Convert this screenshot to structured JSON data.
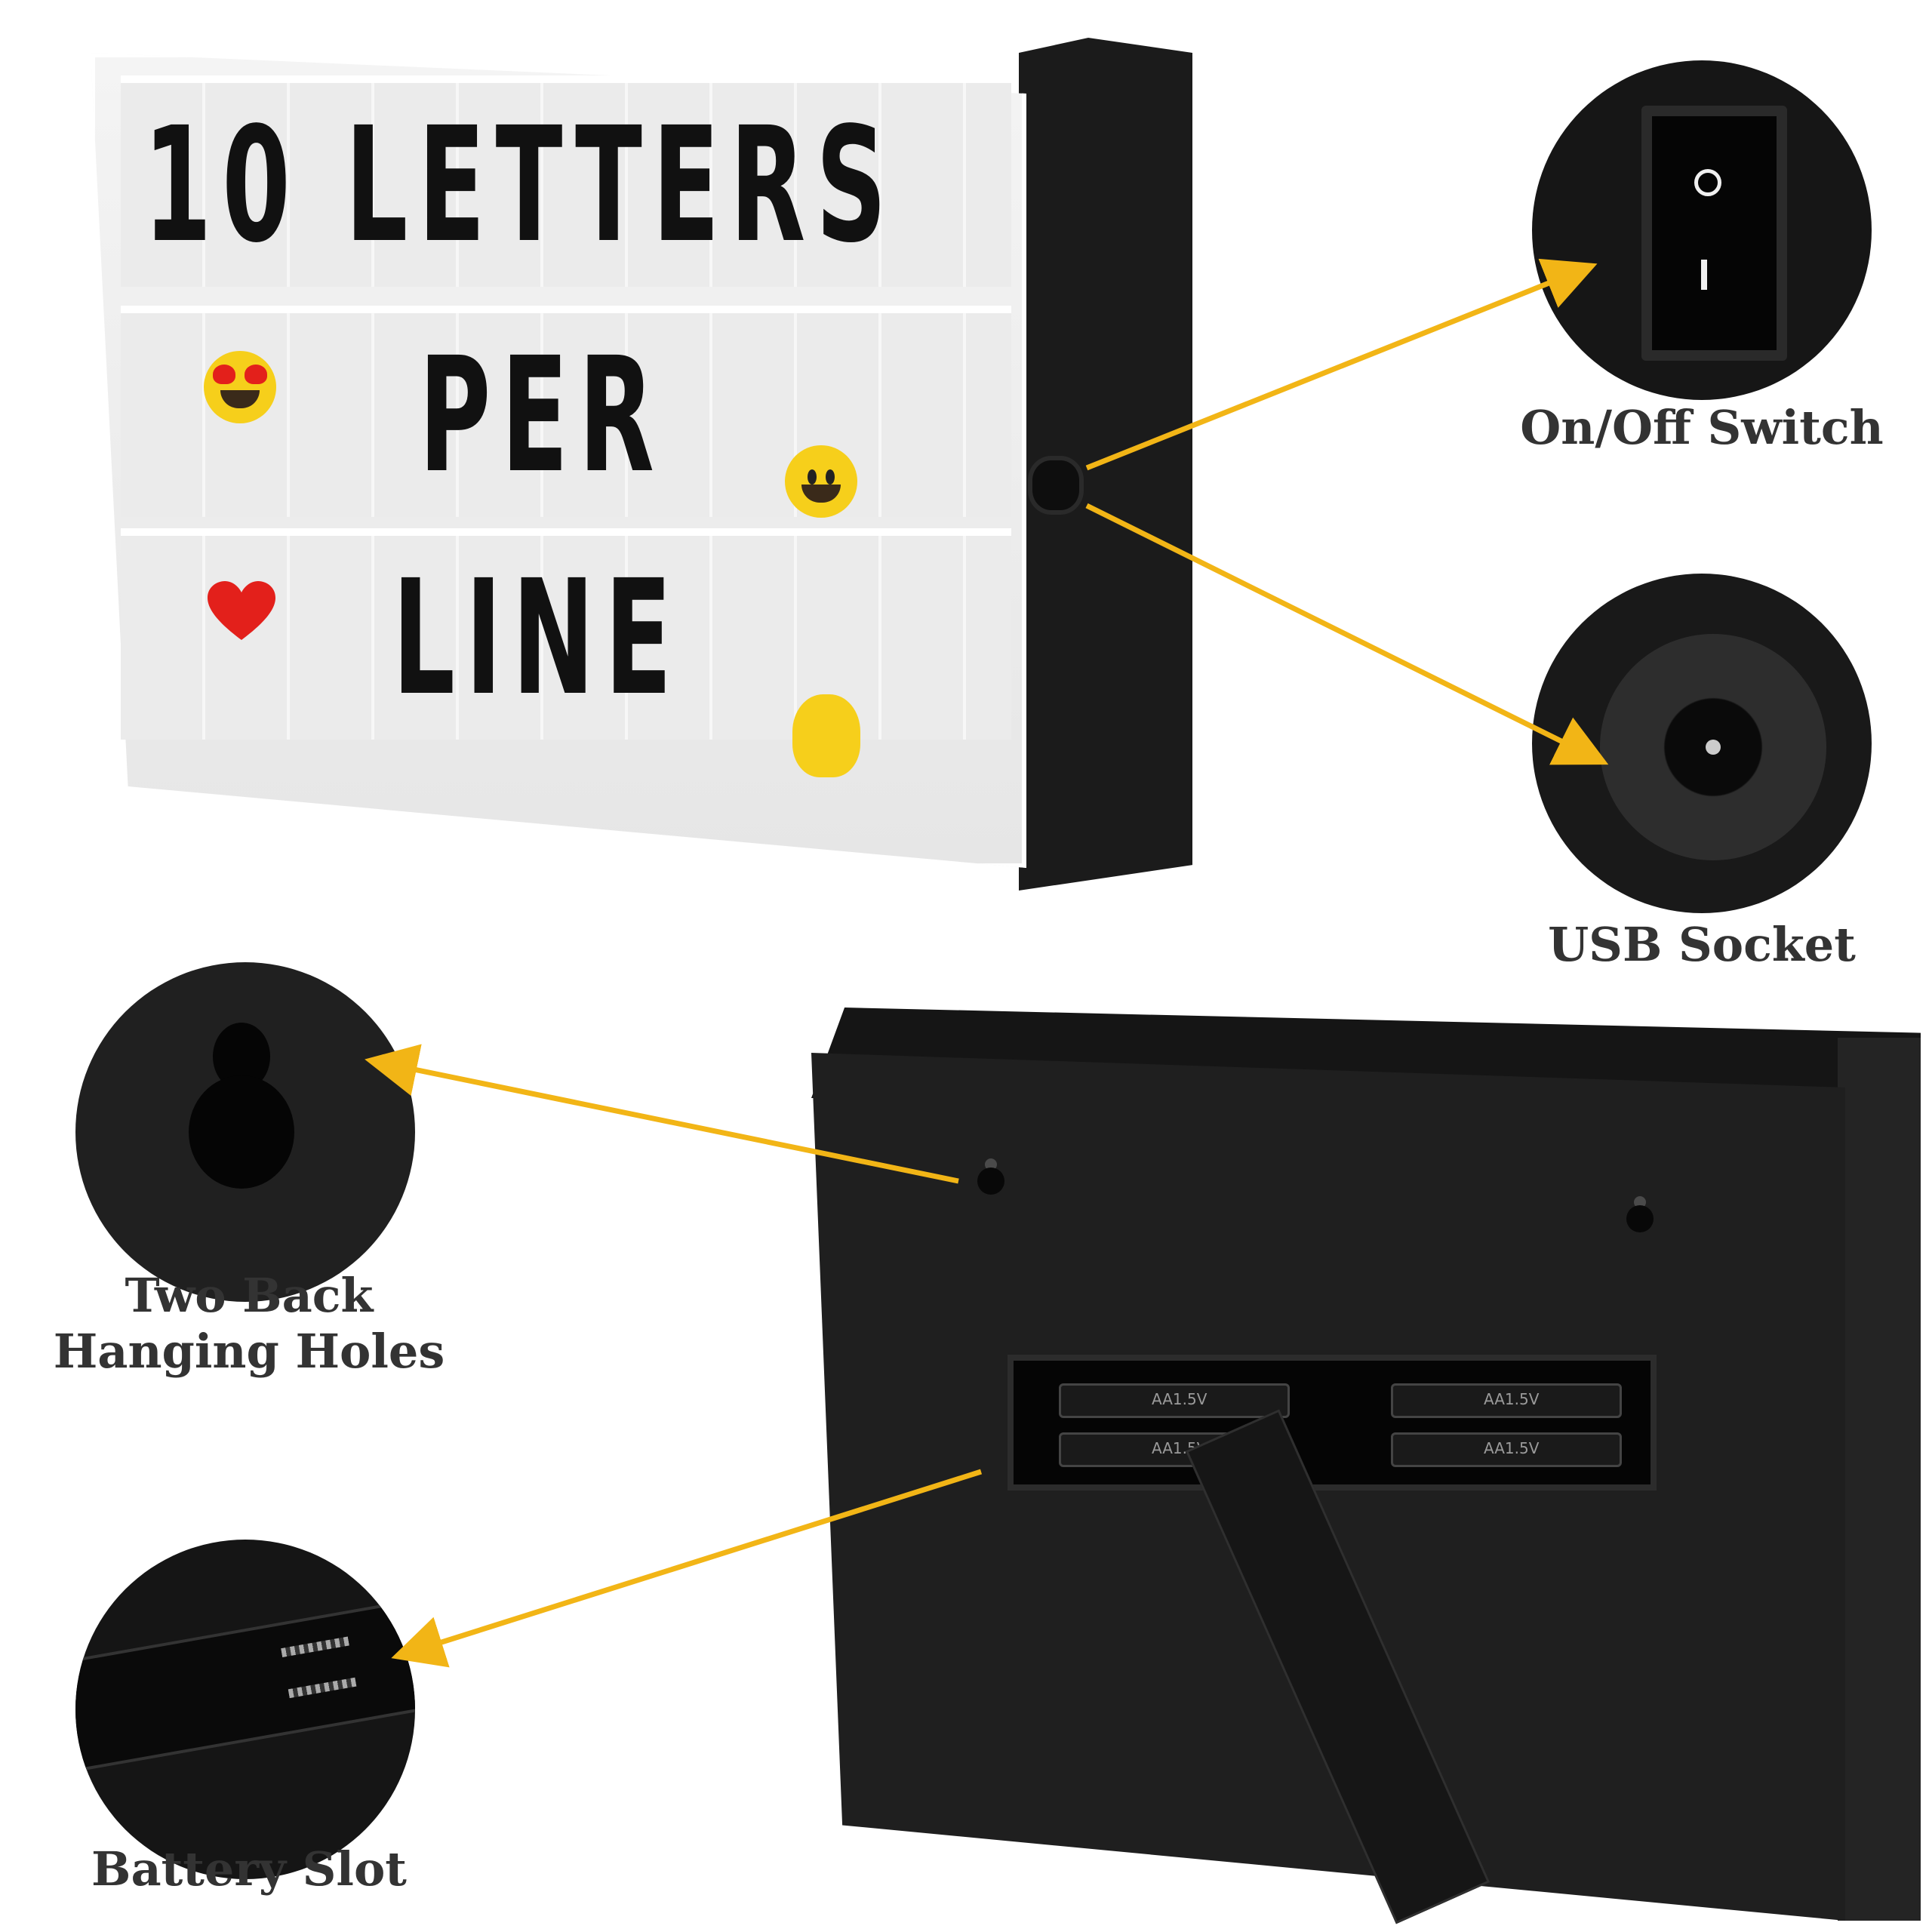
{
  "lightbox": {
    "rows": [
      "10 LETTERS",
      "PER",
      "LINE"
    ]
  },
  "callouts": {
    "switch_label": "On/Off Switch",
    "usb_label": "USB Socket",
    "hanging_label_line1": "Two Back",
    "hanging_label_line2": "Hanging Holes",
    "battery_label": "Battery Slot"
  },
  "battery_cells": [
    "AA1.5V",
    "AA1.5V",
    "AA1.5V",
    "AA1.5V"
  ],
  "colors": {
    "arrow": "#f2b516",
    "label_text": "#333333",
    "emoji_yellow": "#f6cf1b",
    "heart_red": "#e3201b"
  },
  "icons": [
    "heart-eyes-emoji-icon",
    "smiley-emoji-icon",
    "heart-icon",
    "ok-hand-emoji-icon",
    "rocker-switch-icon"
  ]
}
